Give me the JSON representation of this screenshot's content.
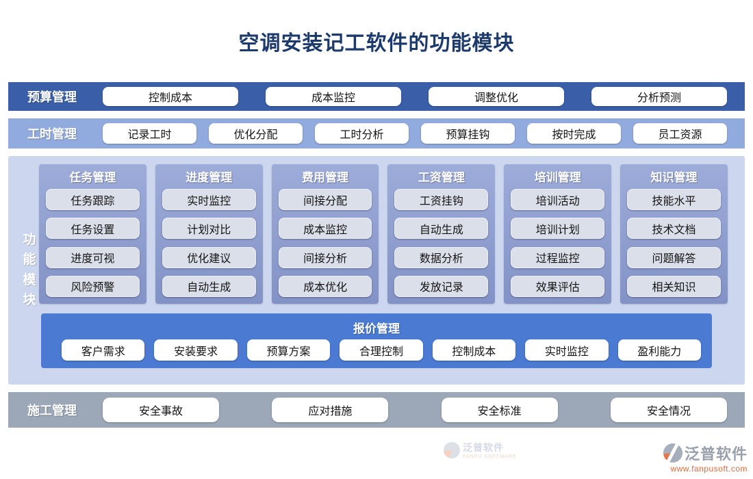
{
  "title": "空调安装记工软件的功能模块",
  "bands": [
    {
      "label": "预算管理",
      "items": [
        "控制成本",
        "成本监控",
        "调整优化",
        "分析预测"
      ]
    },
    {
      "label": "工时管理",
      "items": [
        "记录工时",
        "优化分配",
        "工时分析",
        "预算挂钩",
        "按时完成",
        "员工资源"
      ]
    },
    {
      "label": "施工管理",
      "items": [
        "安全事故",
        "应对措施",
        "安全标准",
        "安全情况"
      ]
    }
  ],
  "main": {
    "side_label": "功能模块",
    "columns": [
      {
        "title": "任务管理",
        "items": [
          "任务跟踪",
          "任务设置",
          "进度可视",
          "风险预警"
        ]
      },
      {
        "title": "进度管理",
        "items": [
          "实时监控",
          "计划对比",
          "优化建议",
          "自动生成"
        ]
      },
      {
        "title": "费用管理",
        "items": [
          "间接分配",
          "成本监控",
          "间接分析",
          "成本优化"
        ]
      },
      {
        "title": "工资管理",
        "items": [
          "工资挂钩",
          "自动生成",
          "数据分析",
          "发放记录"
        ]
      },
      {
        "title": "培训管理",
        "items": [
          "培训活动",
          "培训计划",
          "过程监控",
          "效果评估"
        ]
      },
      {
        "title": "知识管理",
        "items": [
          "技能水平",
          "技术文档",
          "问题解答",
          "相关知识"
        ]
      }
    ],
    "quote": {
      "title": "报价管理",
      "items": [
        "客户需求",
        "安装要求",
        "预算方案",
        "合理控制",
        "控制成本",
        "实时监控",
        "盈利能力"
      ]
    }
  },
  "watermark": {
    "brand": "泛普软件",
    "sub": "FANPU SOFTWARE"
  },
  "footer": {
    "brand": "泛普软件",
    "url": "www.fanpusoft.com"
  },
  "colors": {
    "title_text": "#1d3a6d",
    "band_budget_bg": "#3a5fa8",
    "band_hours_bg": "#92abde",
    "band_constr_bg": "#9ca7b7",
    "main_panel_bg": "#ccd6ee",
    "module_col_bg": "#8e9ed3",
    "quote_panel_bg": "#4a7ad2",
    "module_btn_bg": "#dbdfe9",
    "footer_url_text": "#e06a3e",
    "footer_brand_text": "#99a0ac"
  }
}
